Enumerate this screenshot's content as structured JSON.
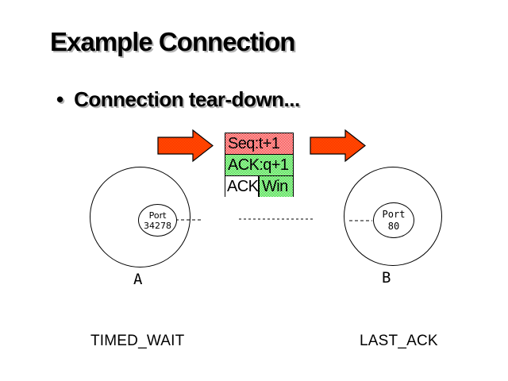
{
  "slide": {
    "title": "Example Connection",
    "bullet_marker": "•",
    "bullet_text": "Connection tear-down..."
  },
  "packet": {
    "seq": "Seq:t+1",
    "ack": "ACK:q+1",
    "ack_flag": "ACK",
    "win": "Win"
  },
  "node_a": {
    "port_label": "Port",
    "port_number": "34278",
    "name": "A",
    "state": "TIMED_WAIT"
  },
  "node_b": {
    "port_label": "Port",
    "port_number": "80",
    "name": "B",
    "state": "LAST_ACK"
  },
  "icons": {
    "left_arrow": "red-block-arrow-right",
    "right_arrow": "red-block-arrow-right"
  },
  "colors": {
    "slide_background": "#ffffff",
    "text": "#000000",
    "title_shadow": "#b4b4b4",
    "outline": "#000000",
    "packet_seq_dither_red": "#f40000",
    "packet_green_dither": "#00d400",
    "dither_white": "#ffffff",
    "arrow_red": "#ff1a00",
    "arrow_orange": "#ff6a00"
  }
}
